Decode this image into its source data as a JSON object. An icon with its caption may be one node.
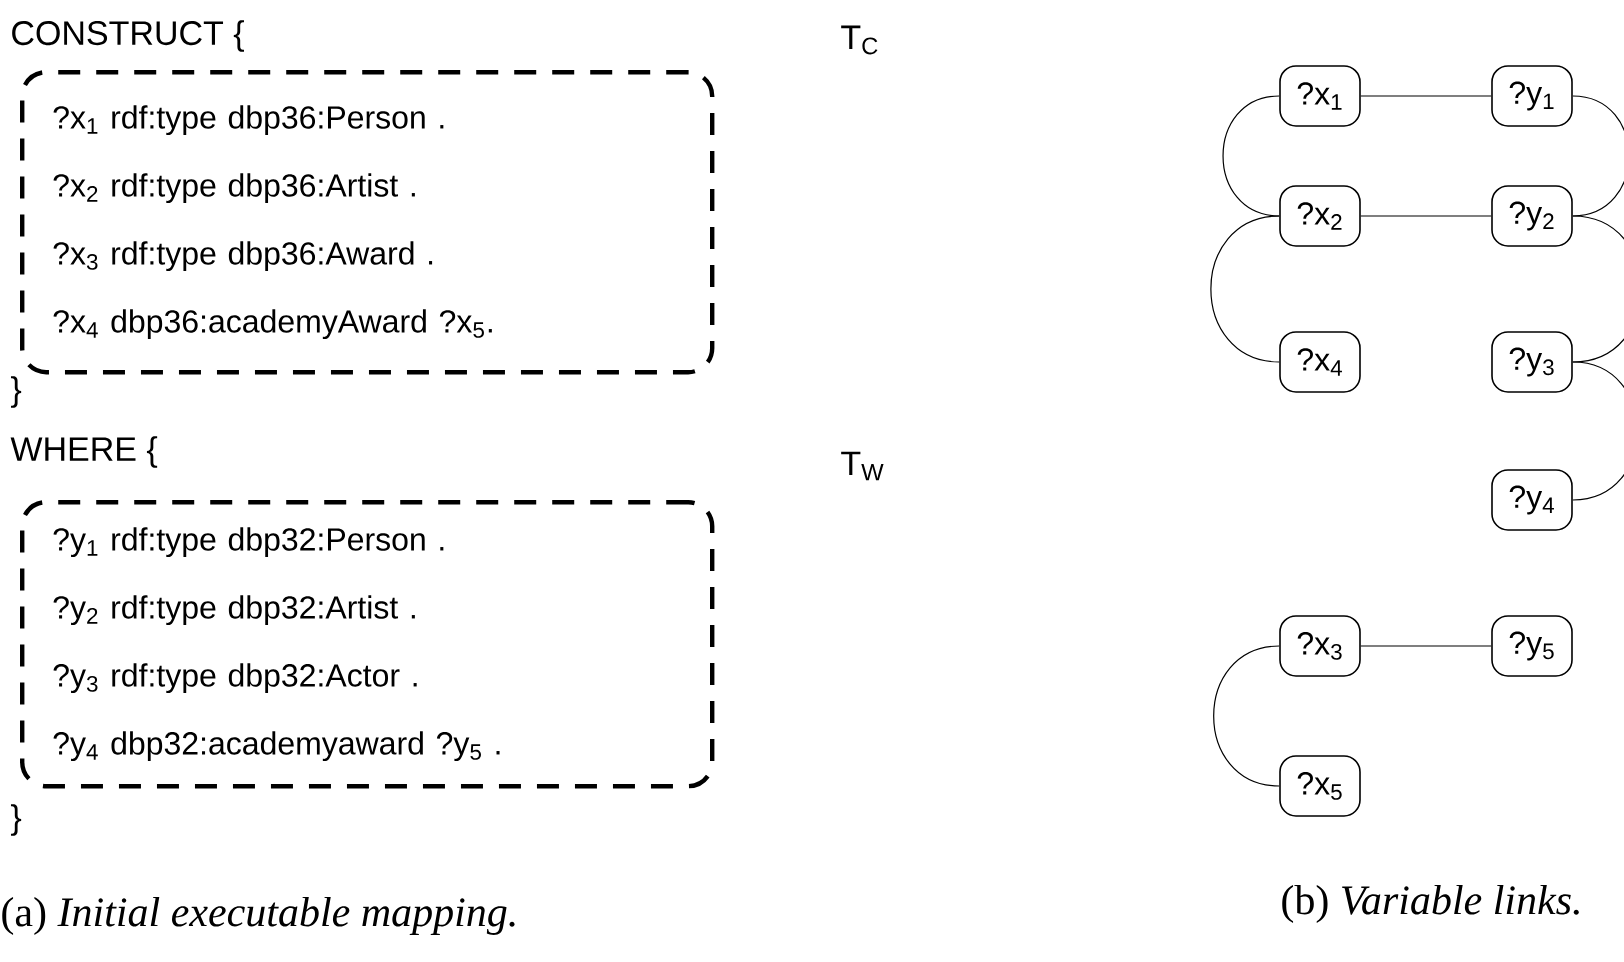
{
  "diagram": {
    "nodes": [
      {
        "text": [
          "?x$_{1}$ rdf:type dbp36:Person .",
          "?x$_{2}$ rdf:type dbp36:Artist .",
          "?x$_{3}$ rdf:type dbp36:Award .",
          "?x$_{4}$ dbp36:academyAward ?x$_{5}$."
        ],
        "beside": [
          "T$_{C}$"
        ]
      },
      {
        "text": [
          "?y$_{1}$ rdf:type dbp32:Person .",
          "?y$_{2}$ rdf:type dbp32:Artist .",
          "?y$_{3}$ rdf:type dbp32:Actor .",
          "?y$_{4}$ dbp32:academyaward ?y$_{5}$ ."
        ],
        "beside": [
          "T$_{W}$"
        ]
      },
      {
        "text": [
          "?x$_{1}$"
        ]
      },
      {
        "text": [
          "?y$_{1}$"
        ]
      },
      {
        "text": [
          "?x$_{2}$"
        ]
      },
      {
        "text": [
          "?y$_{2}$"
        ]
      },
      {
        "text": [
          "?x$_{4}$"
        ]
      },
      {
        "text": [
          "?y$_{3}$"
        ]
      },
      {
        "text": [
          "?y$_{4}$"
        ]
      },
      {
        "text": [
          "?x$_{3}$"
        ]
      },
      {
        "text": [
          "?y$_{5}$"
        ]
      },
      {
        "text": [
          "?x$_{5}$"
        ]
      }
    ],
    "edges": [
      {
        "from": 2,
        "to": 3,
        "arrow": "none"
      },
      {
        "from": 2,
        "to": 4,
        "arrow": "none"
      },
      {
        "from": 3,
        "to": 5,
        "arrow": "none"
      },
      {
        "from": 4,
        "to": 5,
        "arrow": "none"
      },
      {
        "from": 4,
        "to": 6,
        "arrow": "none"
      },
      {
        "from": 5,
        "to": 7,
        "arrow": "none"
      },
      {
        "from": 7,
        "to": 8,
        "arrow": "none"
      },
      {
        "from": 9,
        "to": 10,
        "arrow": "none"
      },
      {
        "from": 9,
        "to": 11,
        "arrow": "none"
      }
    ],
    "labels": [
      "CONSTRUCT {",
      "}",
      "WHERE {",
      "}",
      "(a) *Initial executable mapping.*",
      "(b) *Variable links.*"
    ]
  }
}
